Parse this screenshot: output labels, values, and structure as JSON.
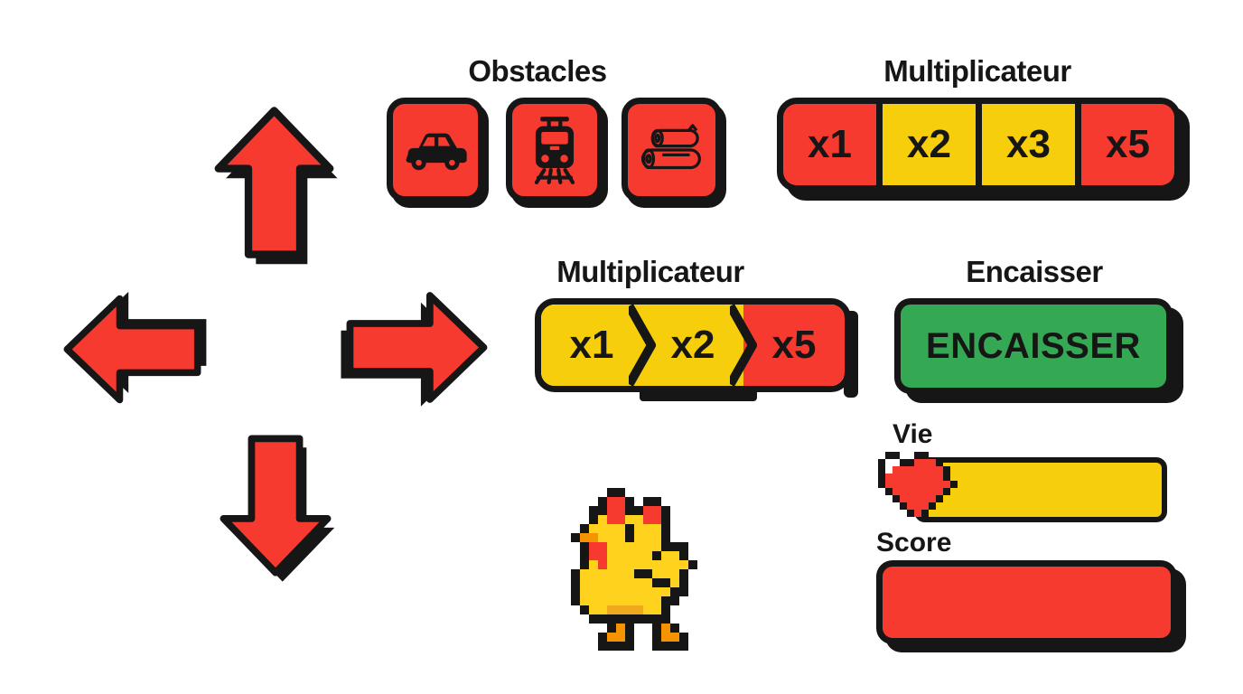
{
  "colors": {
    "red": "#f73a2f",
    "yellow": "#f6ce0b",
    "green": "#34a853",
    "black": "#161616",
    "white": "#ffffff"
  },
  "controls": {
    "arrows": [
      {
        "direction": "up"
      },
      {
        "direction": "left"
      },
      {
        "direction": "right"
      },
      {
        "direction": "down"
      }
    ]
  },
  "sections": {
    "obstacles": {
      "title": "Obstacles",
      "items": [
        {
          "icon": "car"
        },
        {
          "icon": "train"
        },
        {
          "icon": "logs"
        }
      ]
    },
    "multiplier_top": {
      "title": "Multiplicateur",
      "segments": [
        {
          "label": "x1",
          "color": "red"
        },
        {
          "label": "x2",
          "color": "yellow"
        },
        {
          "label": "x3",
          "color": "yellow"
        },
        {
          "label": "x5",
          "color": "red"
        }
      ]
    },
    "multiplier_progress": {
      "title": "Multiplicateur",
      "segments": [
        {
          "label": "x1",
          "color": "yellow"
        },
        {
          "label": "x2",
          "color": "yellow"
        },
        {
          "label": "x5",
          "color": "red"
        }
      ]
    },
    "cash_out": {
      "title": "Encaisser",
      "button_label": "ENCAISSER"
    },
    "life": {
      "title": "Vie"
    },
    "score": {
      "title": "Score"
    },
    "player": {
      "sprite": "chicken"
    }
  },
  "pixel_art": {
    "heart": {
      "cell": 8,
      "palette": {
        "K": "#161616",
        "R": "#f73a2f",
        "W": "#ffffff"
      },
      "rows": [
        ".KK..KK....",
        "KWWKKRRRK..",
        "KWRRRRRRRK.",
        "KRRRRRRRRK.",
        "KRRRRRRRRRK",
        ".KRRRRRRRK.",
        "..KRRRRRK..",
        "...KRRRK...",
        "....KRK...."
      ]
    },
    "chicken": {
      "cell": 10,
      "palette": {
        "K": "#161616",
        "R": "#f73a2f",
        "O": "#f59300",
        "Y": "#ffd21e",
        "G": "#f0a91c"
      },
      "rows": [
        "....KK........",
        "...KRRK.KK....",
        "..KKRRKKRRK...",
        "..KYRRYYRRK...",
        ".KYYYYKYYYK...",
        "KOOYYYKYYYK...",
        ".KRRYYYYYYKKK.",
        ".KRRYYYYYKYYK.",
        ".KYRYYYYYYYYYK",
        "KYYYYYYKKYYYK.",
        "KYYYYYYYYKKYK.",
        "KYYYYYYYYYYKK.",
        "KYYYYYYYYYKK..",
        ".KYYGGGGYYK...",
        "..KKKKKKKKK...",
        "....KOK..KOK..",
        "...KOOK..KOOK.",
        "...KKKK..KKKK."
      ]
    }
  }
}
